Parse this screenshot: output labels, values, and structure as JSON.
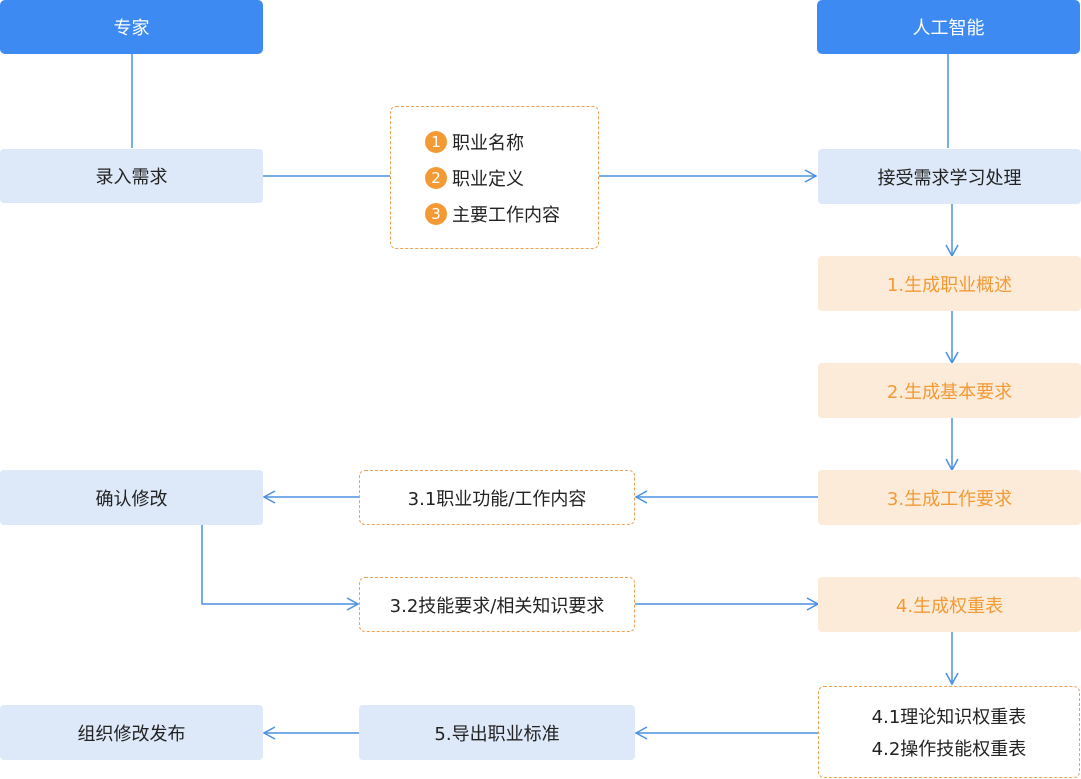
{
  "actors": {
    "expert": "专家",
    "ai": "人工智能"
  },
  "input_node": "录入需求",
  "input_items": [
    {
      "num": "1",
      "label": "职业名称"
    },
    {
      "num": "2",
      "label": "职业定义"
    },
    {
      "num": "3",
      "label": "主要工作内容"
    }
  ],
  "ai_process": "接受需求学习处理",
  "steps": {
    "step1": "1.生成职业概述",
    "step2": "2.生成基本要求",
    "step3": "3.生成工作要求",
    "step4": "4.生成权重表"
  },
  "substeps": {
    "s31": "3.1职业功能/工作内容",
    "s32": "3.2技能要求/相关知识要求"
  },
  "weights": {
    "w41": "4.1理论知识权重表",
    "w42": "4.2操作技能权重表"
  },
  "confirm_node": "确认修改",
  "export_node": "5.导出职业标准",
  "publish_node": "组织修改发布",
  "colors": {
    "header": "#3d8bf2",
    "blue_box": "#dde8f8",
    "orange_box": "#fdebd9",
    "orange_text": "#f39a35",
    "dashed_border": "#f0a050",
    "arrow": "#4a90e2"
  }
}
